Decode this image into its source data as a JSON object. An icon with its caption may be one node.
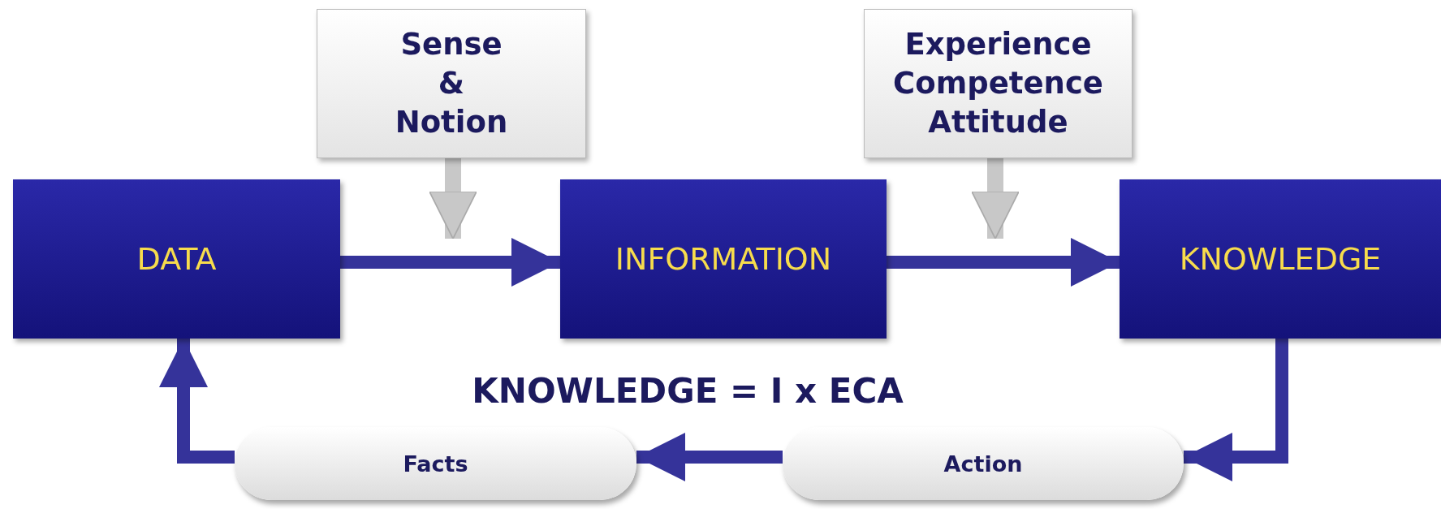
{
  "diagram": {
    "nodes": [
      {
        "text": [
          "Sense & Notion"
        ]
      },
      {
        "text": [
          "Experience Competence Attitude"
        ]
      },
      {
        "text": [
          "DATA"
        ]
      },
      {
        "text": [
          "INFORMATION"
        ]
      },
      {
        "text": [
          "KNOWLEDGE"
        ]
      },
      {
        "text": [
          "Facts"
        ]
      },
      {
        "text": [
          "Action"
        ]
      }
    ],
    "edges": [
      {
        "from": 2,
        "to": 3,
        "arrow": "to"
      },
      {
        "from": 3,
        "to": 4,
        "arrow": "to"
      },
      {
        "from": 4,
        "to": 6,
        "arrow": "to"
      },
      {
        "from": 6,
        "to": 5,
        "arrow": "to"
      },
      {
        "from": 5,
        "to": 2,
        "arrow": "to"
      },
      {
        "from": 0,
        "to": null,
        "arrow": "to",
        "color": "#c8c8c8"
      },
      {
        "from": 1,
        "to": null,
        "arrow": "to",
        "color": "#c8c8c8"
      }
    ],
    "labels": [
      "KNOWLEDGE = I x ECA"
    ]
  }
}
